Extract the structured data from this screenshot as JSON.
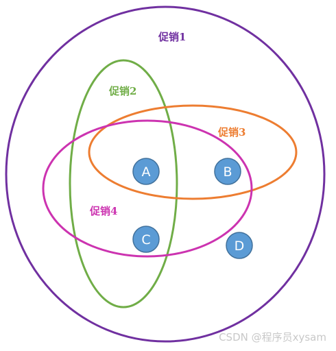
{
  "sets": {
    "promo1": {
      "label": "促销1",
      "color": "#7030a0"
    },
    "promo2": {
      "label": "促销2",
      "color": "#70ad47"
    },
    "promo3": {
      "label": "促销3",
      "color": "#ed7d31"
    },
    "promo4": {
      "label": "促销4",
      "color": "#cc33b0"
    }
  },
  "nodes": {
    "a": {
      "label": "A"
    },
    "b": {
      "label": "B"
    },
    "c": {
      "label": "C"
    },
    "d": {
      "label": "D"
    },
    "fill": "#5b9bd5",
    "stroke": "#41719c"
  },
  "watermark": "CSDN @程序员xysam"
}
